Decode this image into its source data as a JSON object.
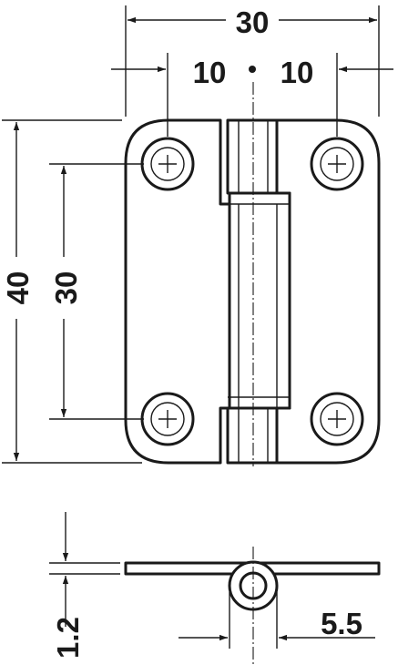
{
  "dimensions": {
    "overall_width": "30",
    "left_half": "10",
    "right_half": "10",
    "overall_height": "40",
    "hole_pitch": "30",
    "thickness": "1.2",
    "knuckle_diameter": "5.5"
  },
  "colors": {
    "line": "#1a1a1a",
    "background": "#ffffff"
  }
}
